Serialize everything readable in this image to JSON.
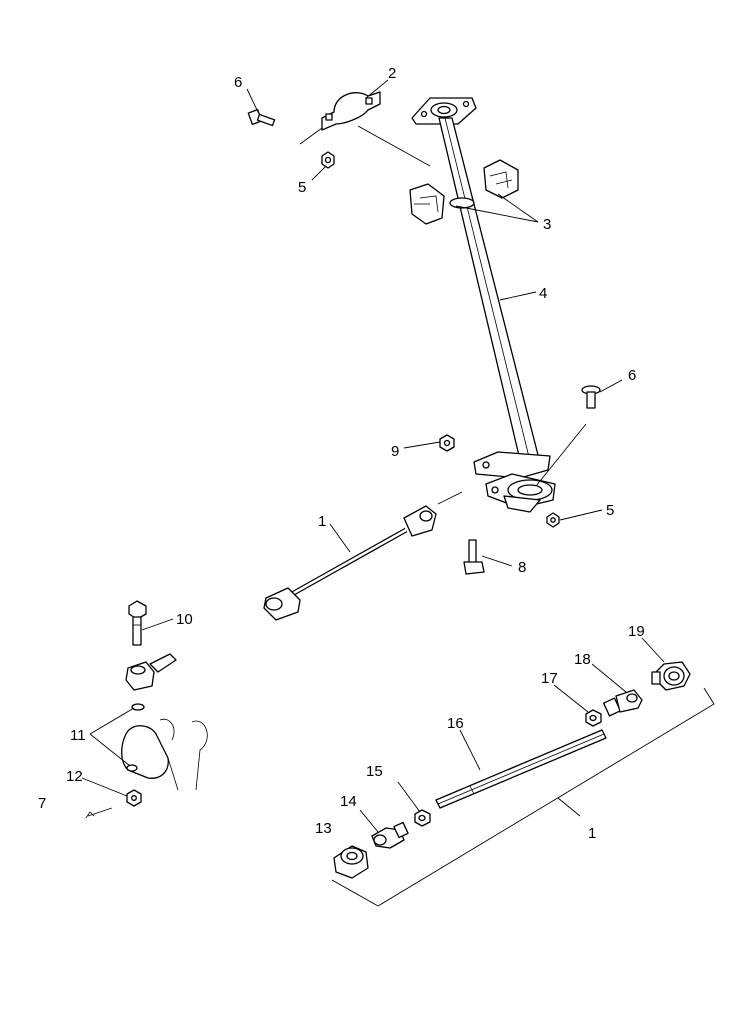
{
  "callouts": {
    "c1a": "1",
    "c1b": "1",
    "c2": "2",
    "c3": "3",
    "c4": "4",
    "c5a": "5",
    "c5b": "5",
    "c6a": "6",
    "c6b": "6",
    "c7": "7",
    "c8": "8",
    "c9": "9",
    "c10": "10",
    "c11": "11",
    "c12": "12",
    "c13": "13",
    "c14": "14",
    "c15": "15",
    "c16": "16",
    "c17": "17",
    "c18": "18",
    "c19": "19"
  }
}
